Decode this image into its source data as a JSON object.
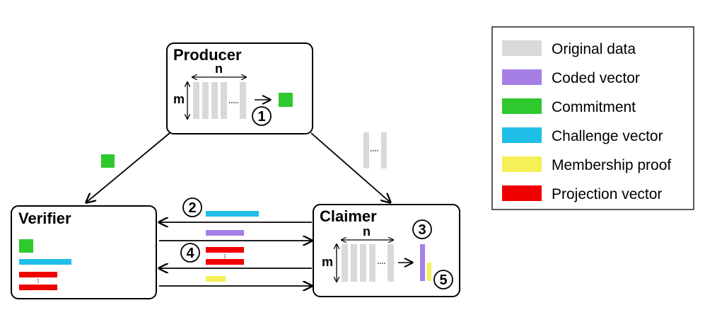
{
  "nodes": {
    "producer": {
      "title": "Producer",
      "n_label": "n",
      "m_label": "m",
      "step": "1"
    },
    "verifier": {
      "title": "Verifier"
    },
    "claimer": {
      "title": "Claimer",
      "n_label": "n",
      "m_label": "m",
      "step_coded": "3",
      "step_proof": "5"
    }
  },
  "steps": {
    "challenge": "2",
    "projection": "4"
  },
  "legend": {
    "items": [
      {
        "label": "Original data",
        "color": "#d9d9d9"
      },
      {
        "label": "Coded vector",
        "color": "#a57fe6"
      },
      {
        "label": "Commitment",
        "color": "#2ec92e"
      },
      {
        "label": "Challenge vector",
        "color": "#1fbfe8"
      },
      {
        "label": "Membership proof",
        "color": "#f5f055"
      },
      {
        "label": "Projection vector",
        "color": "#f00000"
      }
    ]
  },
  "colors": {
    "original": "#d9d9d9",
    "coded": "#a57fe6",
    "commitment": "#2ec92e",
    "challenge": "#1fbfe8",
    "proof": "#f5f055",
    "projection": "#f00000"
  }
}
